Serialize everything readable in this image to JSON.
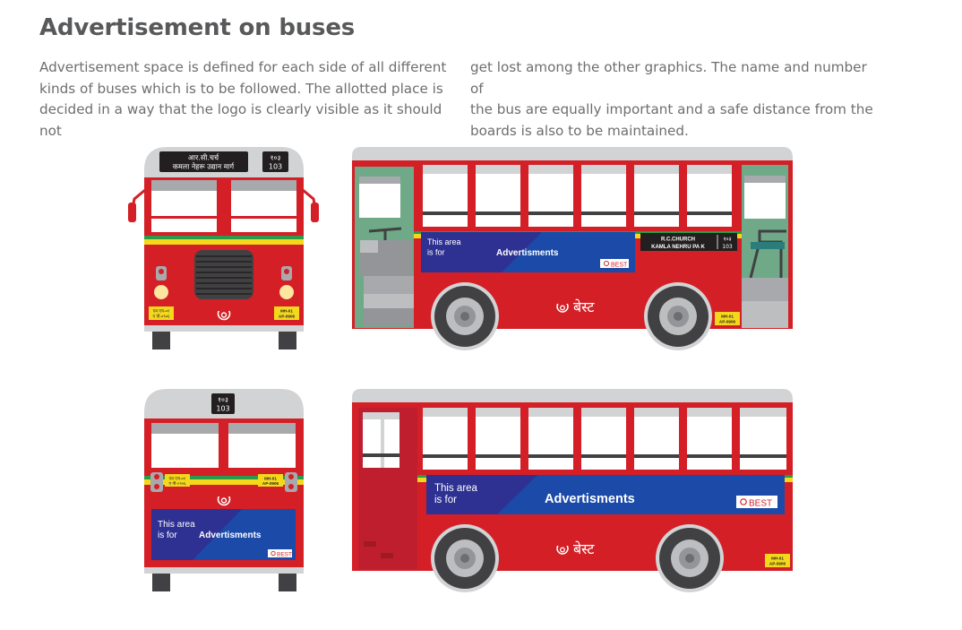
{
  "page": {
    "title": "Advertisement on buses",
    "para_lines": [
      "Advertisement space is defined for each side of all different",
      "kinds of buses which is to be followed. The allotted place is",
      "decided in a way that the logo is clearly visible as it should not",
      "get lost among the other graphics. The name and number of",
      "the bus are equally important and a safe distance from the",
      "boards is also to be maintained."
    ]
  },
  "bus": {
    "route_number": "103",
    "route_number_devanagari": "१०३",
    "front_destination_line1": "आर.सी.चर्च",
    "front_destination_line2": "कमला नेहरू उद्यान मार्ग",
    "side_destination_line1": "R.C.CHURCH",
    "side_destination_line2": "KAMLA NEHRU PA K",
    "plate_line1": "MH-01",
    "plate_line2": "AP-0906",
    "plate_marathi_line1": "एम एच-०१",
    "plate_marathi_line2": "ए पी-०९०६",
    "brand_devanagari": "बेस्ट",
    "brand_latin": "BEST"
  },
  "ad": {
    "label_line1": "This area",
    "label_line2": "is for",
    "label_main": "Advertisments",
    "badge": "BEST"
  },
  "colors": {
    "bus_red": "#d41f26",
    "roof_gray": "#d1d3d4",
    "ad_blue_dark": "#2e3192",
    "ad_blue_light": "#1b4aa8",
    "stripe_green": "#2a9b48",
    "stripe_yellow": "#f4d81c",
    "title_gray": "#58595b",
    "text_gray": "#6d6e71"
  }
}
